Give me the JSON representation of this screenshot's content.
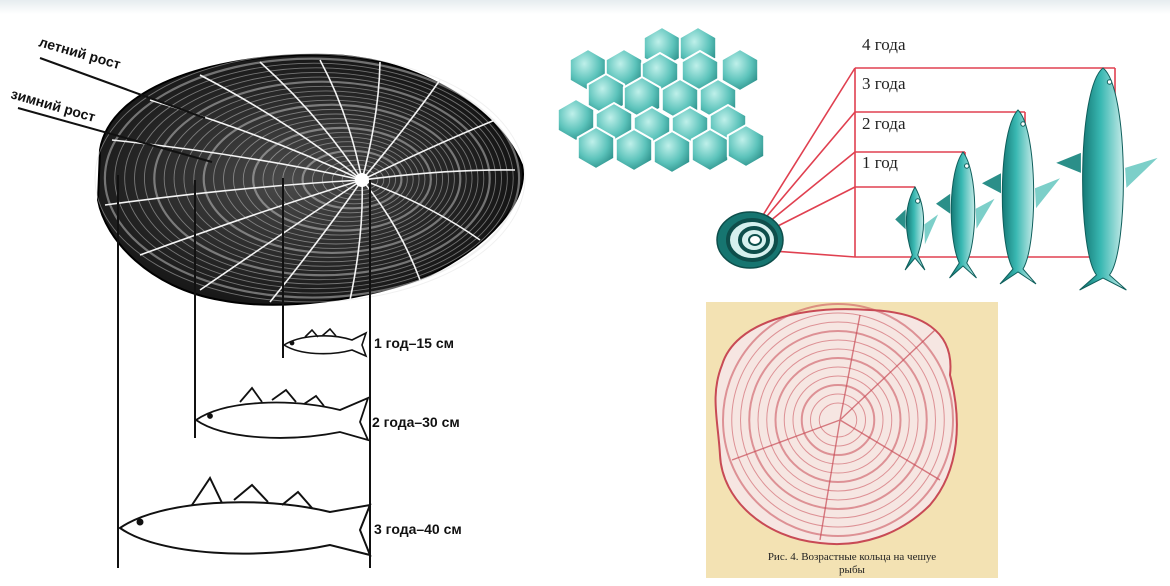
{
  "left_panel": {
    "summer_growth_label": "летний рост",
    "winter_growth_label": "зимний рост",
    "age_labels": [
      "1 год–15 см",
      "2 года–30 см",
      "3 года–40 см"
    ]
  },
  "right_panel": {
    "age_labels": [
      "4 года",
      "3 года",
      "2 года",
      "1 год"
    ],
    "caption_line1": "Рис. 4. Возрастные кольца на чешуе",
    "caption_line2": "рыбы"
  },
  "colors": {
    "accent_line": "#e04050",
    "fish_teal": "#2aa7a1",
    "scale_ink": "#1b1b1b",
    "photo_bg": "#f3e2b3",
    "photo_rings": "#c84a55"
  }
}
